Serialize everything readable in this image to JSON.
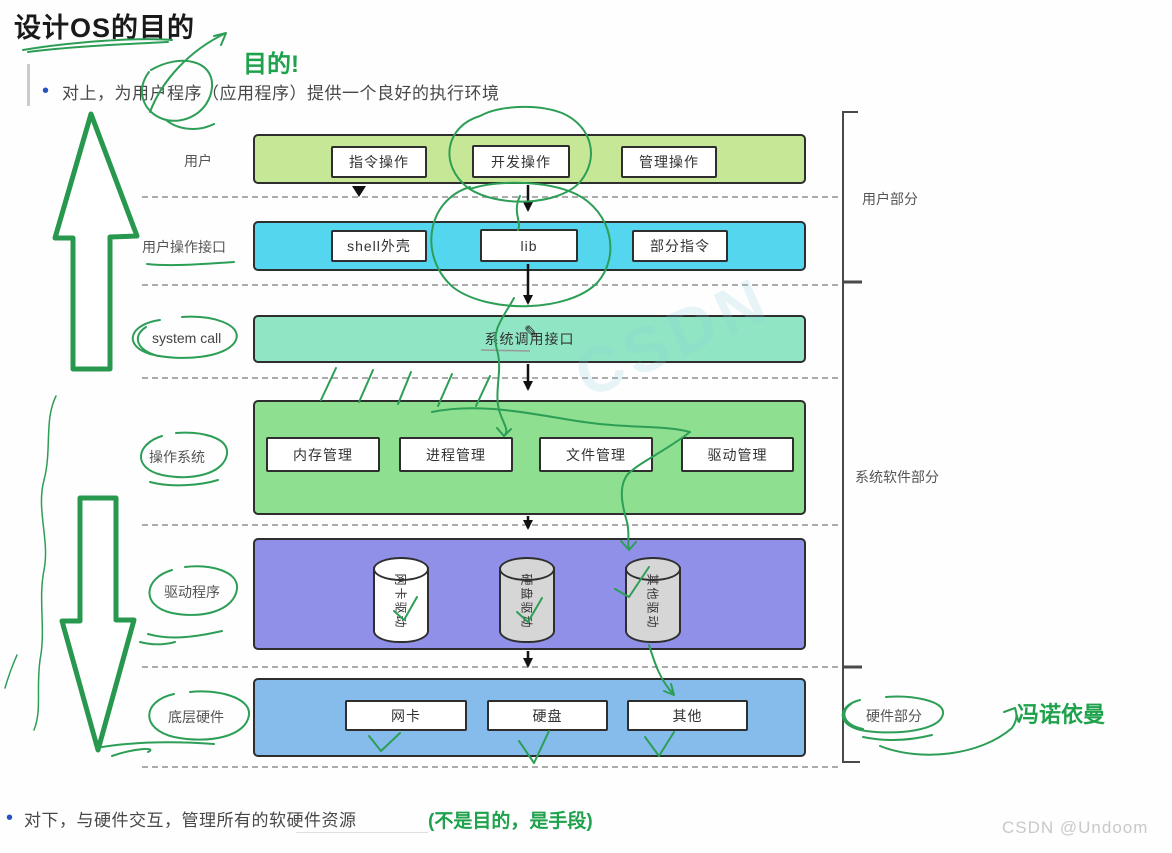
{
  "page": {
    "title": "设计OS的目的",
    "purpose_callout": "目的!",
    "top_bullet": "对上，为用户程序（应用程序）提供一个良好的执行环境",
    "bottom_bullet": "对下，与硬件交互，管理所有的软硬件资源",
    "bottom_note": "(不是目的，是手段)",
    "watermark": "CSDN @Undoom",
    "diagonal_watermark": "CSDN",
    "pencil_icon": "✎"
  },
  "diagram": {
    "layers": [
      {
        "label": "用户",
        "items": [
          "指令操作",
          "开发操作",
          "管理操作"
        ]
      },
      {
        "label": "用户操作接口",
        "items": [
          "shell外壳",
          "lib",
          "部分指令"
        ]
      },
      {
        "label": "system call",
        "title": "系统调用接口"
      },
      {
        "label": "操作系统",
        "items": [
          "内存管理",
          "进程管理",
          "文件管理",
          "驱动管理"
        ]
      },
      {
        "label": "驱动程序",
        "cylinders": [
          "网卡驱动",
          "硬盘驱动",
          "其他驱动"
        ]
      },
      {
        "label": "底层硬件",
        "items": [
          "网卡",
          "硬盘",
          "其他"
        ]
      }
    ],
    "sections": [
      {
        "label": "用户部分"
      },
      {
        "label": "系统软件部分"
      },
      {
        "label": "硬件部分"
      }
    ],
    "von_neumann": "冯诺依曼"
  },
  "colors": {
    "user_bar": "#c6e795",
    "interface_bar": "#55d6ef",
    "syscall_bar": "#90e5c4",
    "os_bar": "#8edf90",
    "driver_bar": "#9090e8",
    "hardware_bar": "#85bcec",
    "green_ink": "#2d9e56",
    "green_text": "#1ea24c"
  }
}
